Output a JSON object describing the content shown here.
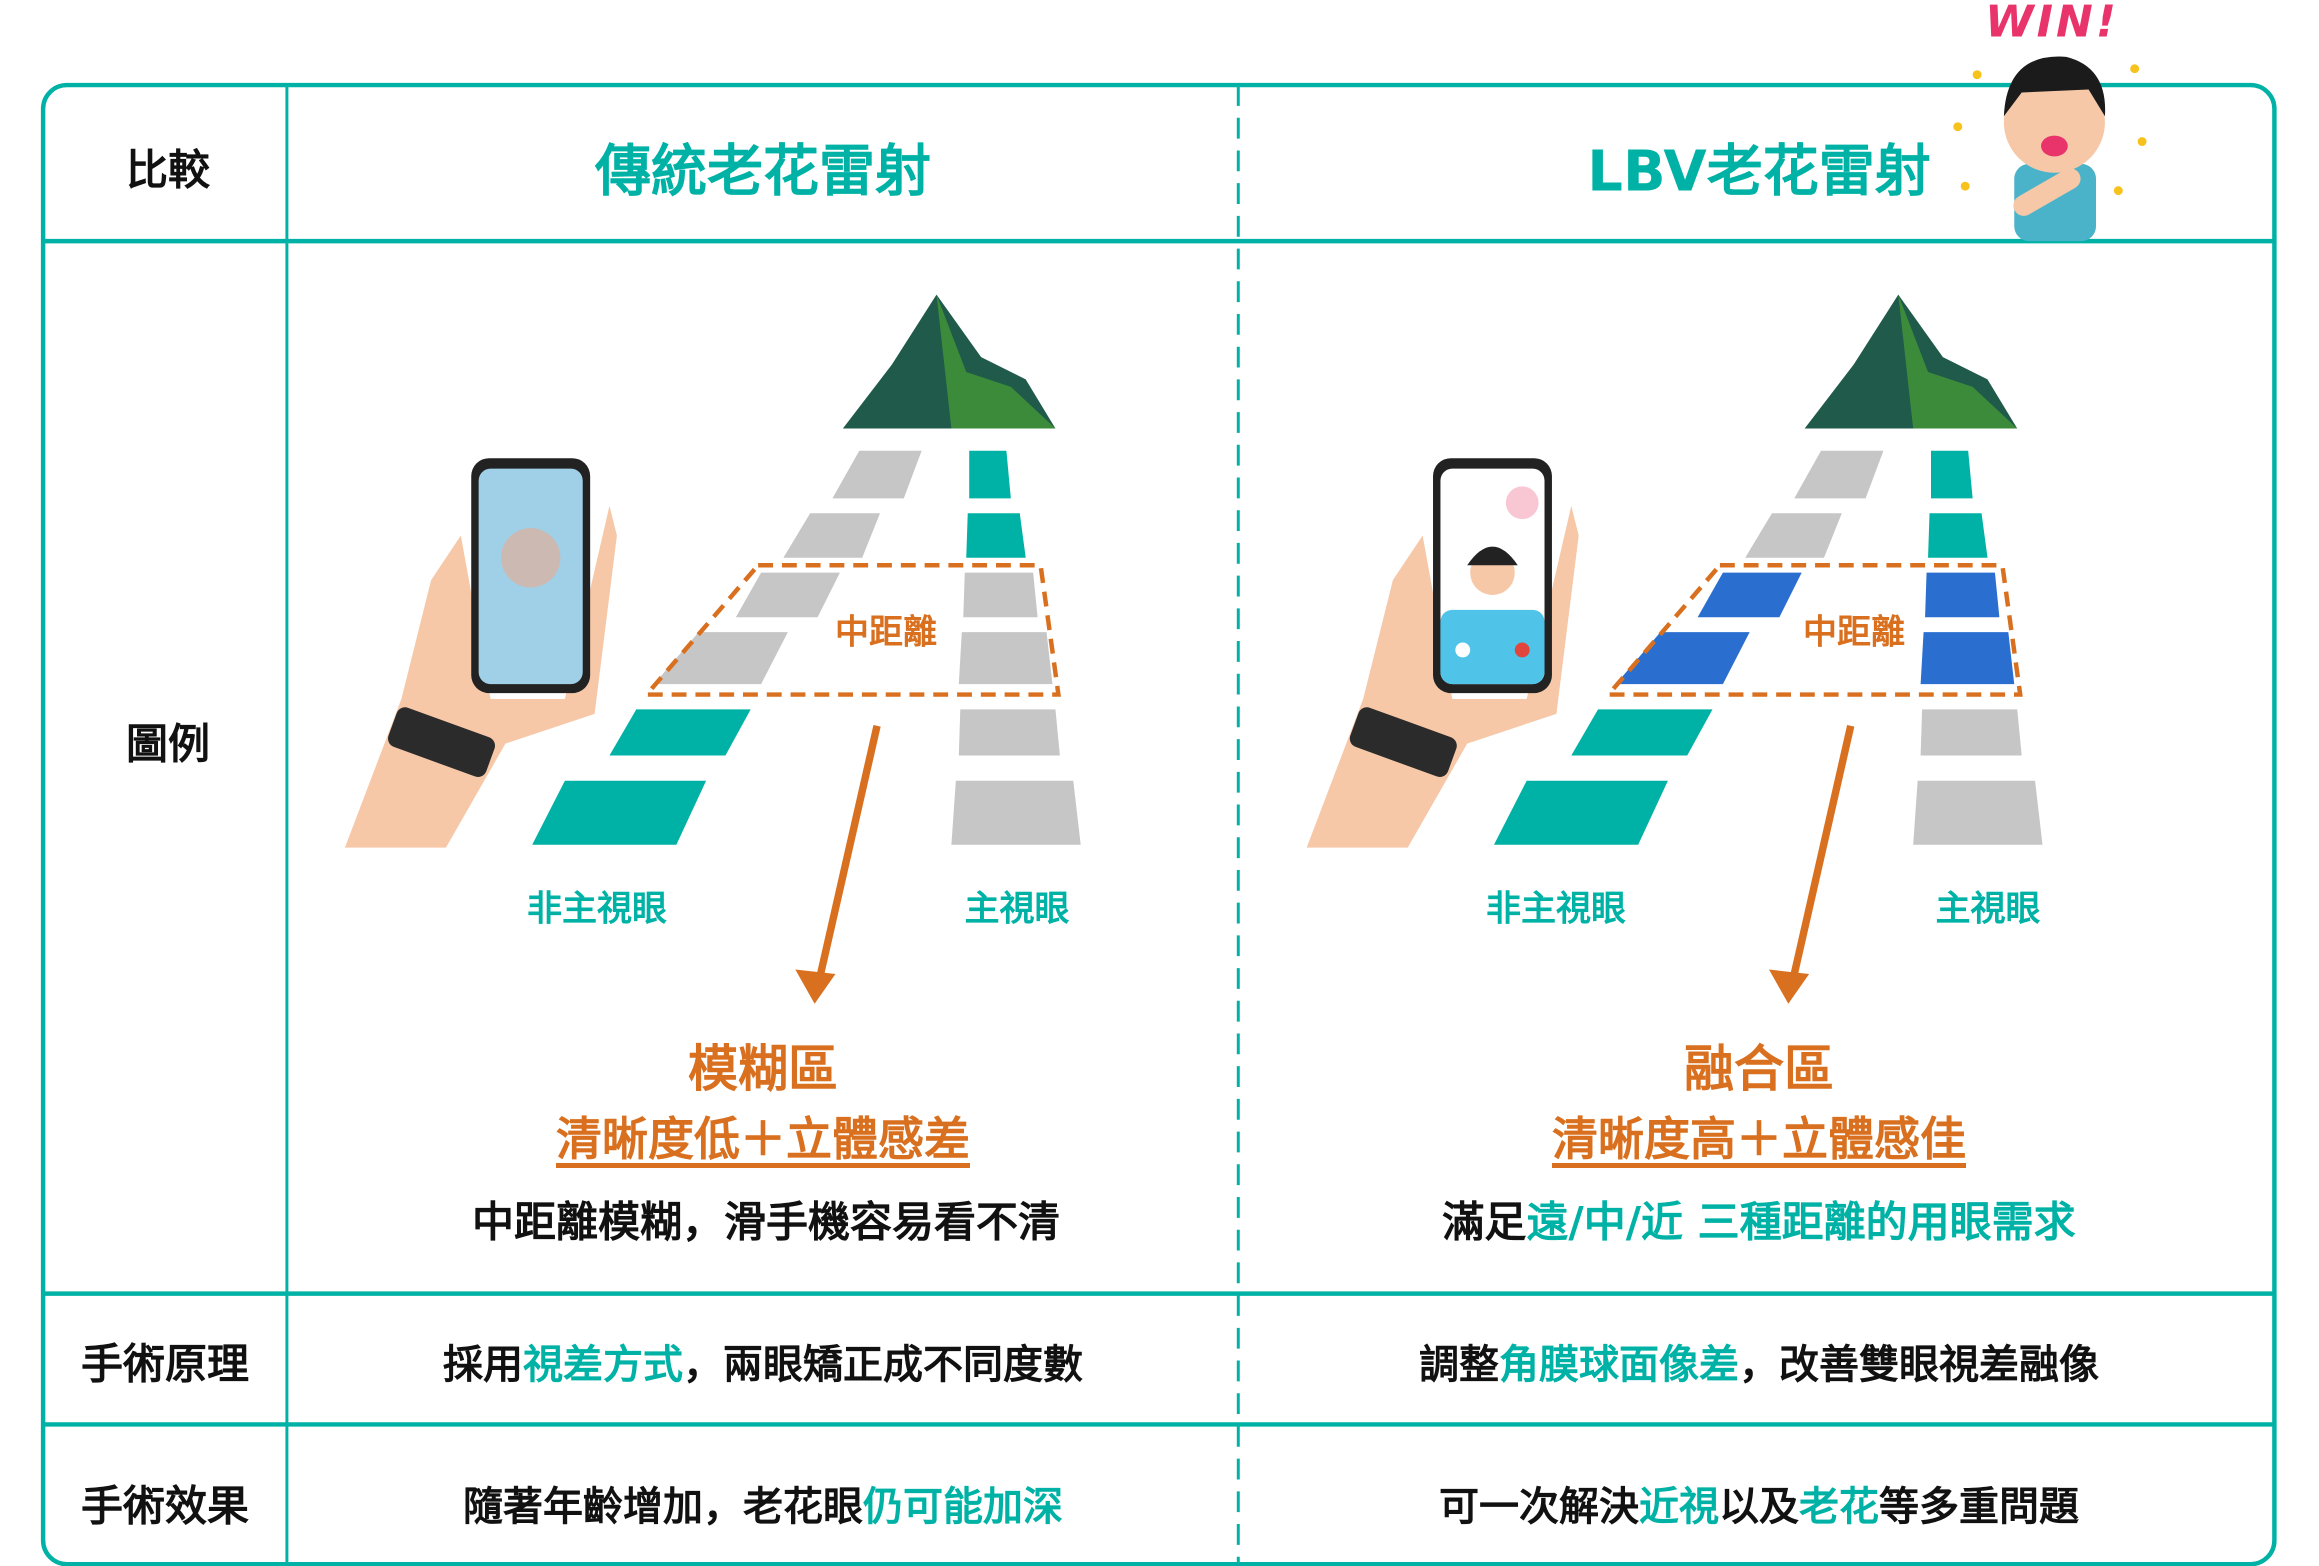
{
  "colors": {
    "teal": "#00b2a5",
    "orange": "#d9701f",
    "blue": "#2a6fd0",
    "grey": "#c6c6c6"
  },
  "badge": {
    "text": "WIN!"
  },
  "table": {
    "corner": "比較",
    "columns": [
      "傳統老花雷射",
      "LBV老花雷射"
    ],
    "rows": {
      "illustration": {
        "label": "圖例"
      },
      "principle": {
        "label": "手術原理",
        "left": {
          "pre": "採用",
          "hl": "視差方式",
          "post": "，兩眼矯正成不同度數"
        },
        "right": {
          "pre": "調整",
          "hl": "角膜球面像差",
          "post": "，改善雙眼視差融像"
        }
      },
      "effect": {
        "label": "手術效果",
        "left": {
          "pre": "隨著年齡增加，老花眼",
          "hl": "仍可能加深"
        },
        "right": {
          "pre": "可一次解決",
          "hl1": "近視",
          "mid": "以及",
          "hl2": "老花",
          "post": "等多重問題"
        }
      }
    }
  },
  "diagram": {
    "left": {
      "mid_label": "中距離",
      "non_dominant": "非主視眼",
      "dominant": "主視眼",
      "zone": "模糊區",
      "zone_sub": "清晰度低＋立體感差",
      "desc": "中距離模糊，滑手機容易看不清"
    },
    "right": {
      "mid_label": "中距離",
      "non_dominant": "非主視眼",
      "dominant": "主視眼",
      "zone": "融合區",
      "zone_sub": "清晰度高＋立體感佳",
      "desc_pre": "滿足",
      "desc_hl": "遠/中/近 三種距離的用眼需求"
    }
  }
}
